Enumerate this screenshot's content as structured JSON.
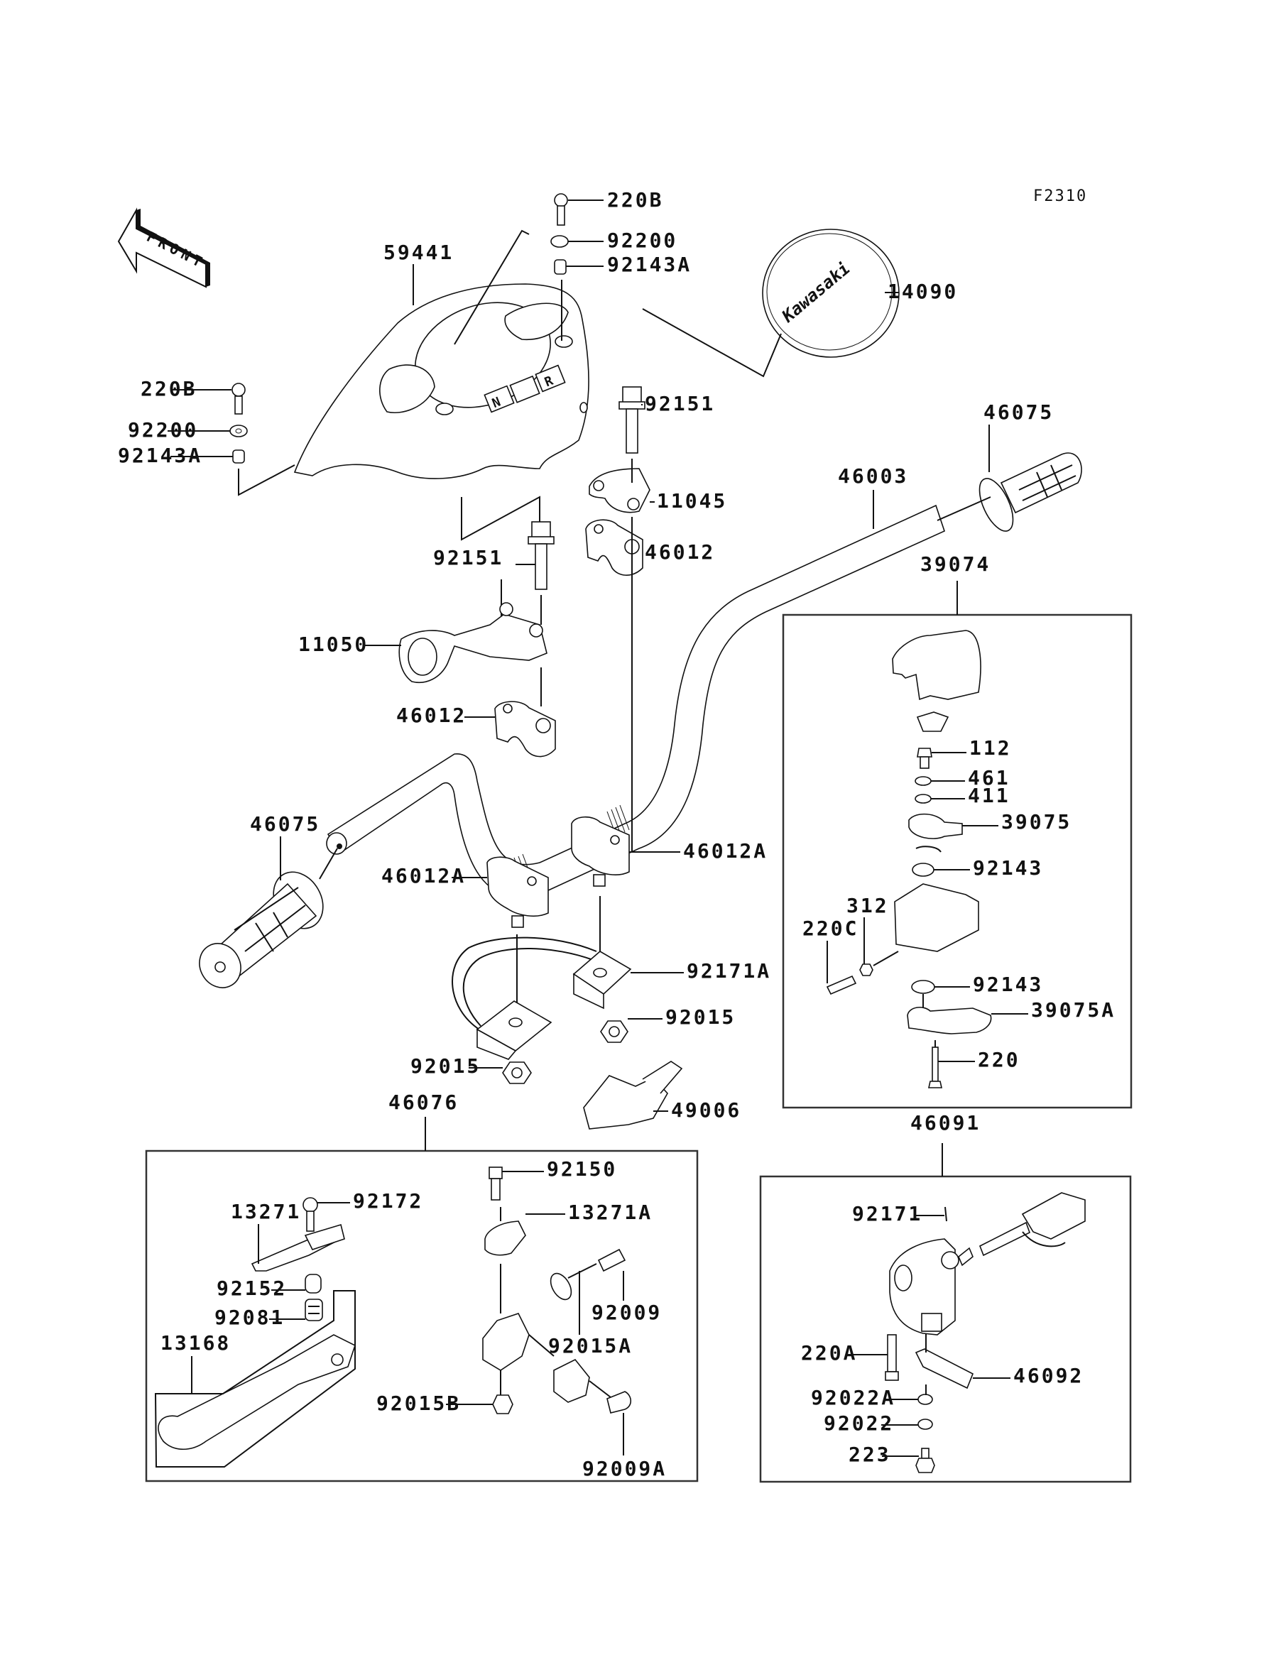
{
  "diagram": {
    "title": "Handlebar",
    "figure_ref": "F2310",
    "front_arrow_label": "FRONT",
    "cover_logo_text": "Kawasaki",
    "indicator_letters": [
      "N",
      "R"
    ],
    "main_parts": [
      {
        "id": "59441",
        "name": "meter-cover"
      },
      {
        "id": "220B",
        "name": "screw-upper"
      },
      {
        "id": "92200",
        "name": "grommet-upper"
      },
      {
        "id": "92143A",
        "name": "collar-upper"
      },
      {
        "id": "14090",
        "name": "emblem-cap"
      },
      {
        "id": "220B",
        "name": "screw-left"
      },
      {
        "id": "92200",
        "name": "grommet-left"
      },
      {
        "id": "92143A",
        "name": "collar-left"
      },
      {
        "id": "92151",
        "name": "bolt-right"
      },
      {
        "id": "11045",
        "name": "bracket-right"
      },
      {
        "id": "46012",
        "name": "holder-upper-right"
      },
      {
        "id": "92151",
        "name": "bolt-left"
      },
      {
        "id": "11050",
        "name": "bracket-left"
      },
      {
        "id": "46012",
        "name": "holder-upper-left"
      },
      {
        "id": "46003",
        "name": "handlebar"
      },
      {
        "id": "46075",
        "name": "grip-right"
      },
      {
        "id": "46075",
        "name": "grip-left"
      },
      {
        "id": "46012A",
        "name": "holder-lower-right"
      },
      {
        "id": "46012A",
        "name": "holder-lower-left"
      },
      {
        "id": "92171A",
        "name": "clamp"
      },
      {
        "id": "92015",
        "name": "nut-right"
      },
      {
        "id": "92015",
        "name": "nut-left"
      },
      {
        "id": "49006",
        "name": "damper"
      }
    ],
    "throttle_assembly": {
      "id": "39074",
      "parts": [
        "112",
        "461",
        "411",
        "39075",
        "92143",
        "312",
        "220C",
        "92143",
        "39075A",
        "220"
      ]
    },
    "clutch_lever_assembly": {
      "id": "46076",
      "parts": [
        "92172",
        "13271",
        "92152",
        "92081",
        "13168",
        "92150",
        "13271A",
        "92009",
        "92015A",
        "92015B",
        "92009A"
      ]
    },
    "switch_assembly": {
      "id": "46091",
      "parts": [
        "92171",
        "220A",
        "46092",
        "92022A",
        "92022",
        "223"
      ]
    }
  }
}
